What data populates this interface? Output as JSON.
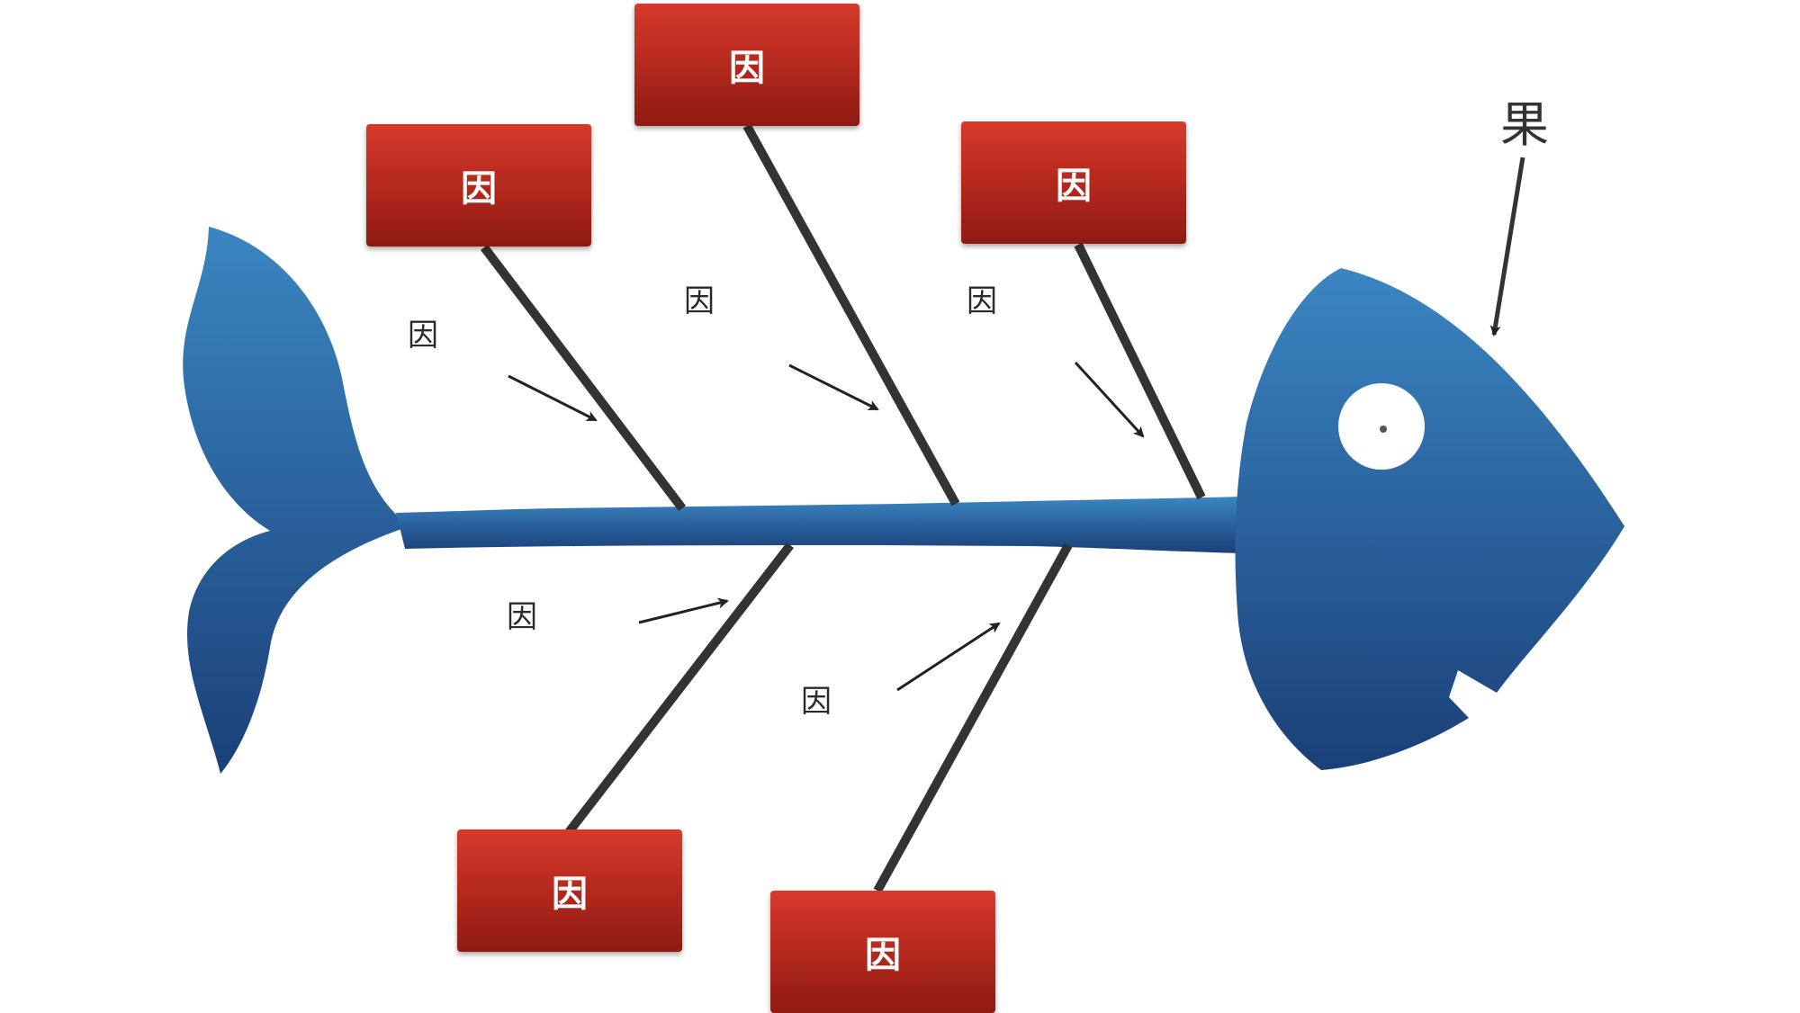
{
  "diagram": {
    "effect_label": "果",
    "cause_boxes": [
      {
        "label": "因"
      },
      {
        "label": "因"
      },
      {
        "label": "因"
      },
      {
        "label": "因"
      },
      {
        "label": "因"
      }
    ],
    "sub_cause_labels": [
      {
        "label": "因"
      },
      {
        "label": "因"
      },
      {
        "label": "因"
      },
      {
        "label": "因"
      },
      {
        "label": "因"
      }
    ]
  },
  "colors": {
    "fish_top": "#3a86c2",
    "fish_bottom": "#1b3f78",
    "box_red": "#b82a1f",
    "bone": "#333333"
  }
}
